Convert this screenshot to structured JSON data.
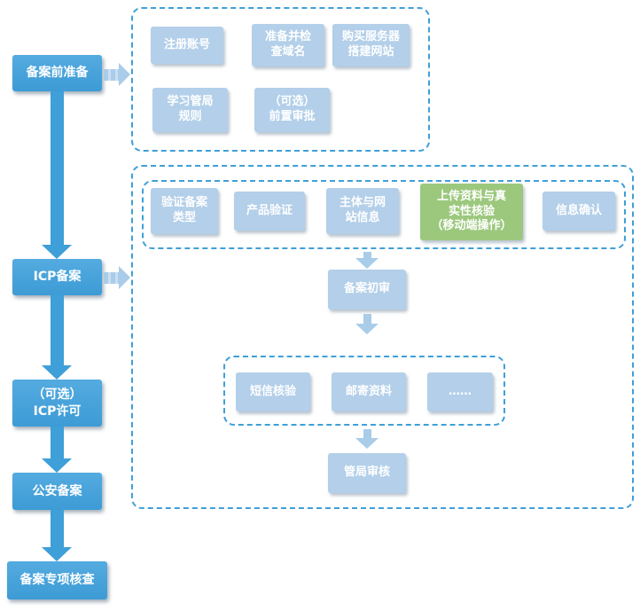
{
  "palette": {
    "dark_blue": "#3f9fd8",
    "light_blue": "#b3cfe9",
    "green": "#9cc87d",
    "dashed_border": "#3f9fd8",
    "arrow_light": "#a9cce9",
    "text": "#ffffff"
  },
  "stages": {
    "prep": "备案前准备",
    "icp": "ICP备案",
    "license": "（可选）\nICP许可",
    "police": "公安备案",
    "inspection": "备案专项核查"
  },
  "prep_steps": {
    "register": "注册账号",
    "domain": "准备并检\n查域名",
    "server": "购买服务器\n搭建网站",
    "rules": "学习管局\n规则",
    "preapproval": "（可选）\n前置审批"
  },
  "icp_steps": {
    "verify_type": "验证备案\n类型",
    "product": "产品验证",
    "subject": "主体与网\n站信息",
    "upload": "上传资料与真\n实性核验\n（移动端操作）",
    "confirm": "信息确认",
    "initial_review": "备案初审",
    "sms": "短信核验",
    "mail": "邮寄资料",
    "more": "……",
    "final_review": "管局审核"
  }
}
